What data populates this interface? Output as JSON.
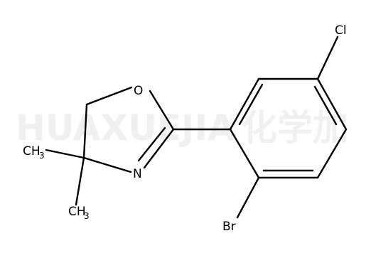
{
  "watermark": {
    "latin": "HUAXUEJIA",
    "mark": "®",
    "cjk": "化学加"
  },
  "atoms": {
    "oxygen": "O",
    "nitrogen": "N",
    "chlorine": "Cl",
    "bromine": "Br",
    "methyl_upper": {
      "main": "CH",
      "sub": "3"
    },
    "methyl_lower": {
      "main": "CH",
      "sub": "3"
    }
  },
  "colors": {
    "bond": "#000000",
    "watermark": "#f0f0f0"
  }
}
